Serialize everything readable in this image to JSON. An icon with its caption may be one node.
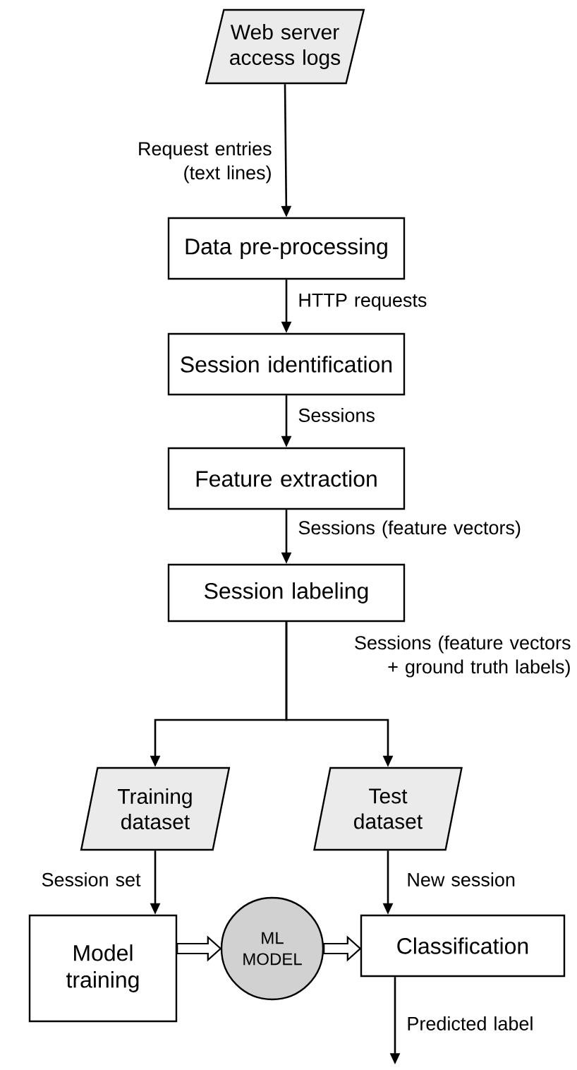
{
  "diagram": {
    "nodes": [
      {
        "text": [
          "Web server access logs"
        ]
      },
      {
        "text": [
          "Data pre-processing"
        ]
      },
      {
        "text": [
          "Session identification"
        ]
      },
      {
        "text": [
          "Feature extraction"
        ]
      },
      {
        "text": [
          "Session labeling"
        ]
      },
      {
        "text": [
          "Training dataset"
        ]
      },
      {
        "text": [
          "Test dataset"
        ]
      },
      {
        "text": [
          "Model training"
        ]
      },
      {
        "text": [
          "ML MODEL"
        ]
      },
      {
        "text": [
          "Classification"
        ]
      }
    ],
    "edges": [
      {
        "from": 0,
        "to": 1,
        "arrow": "to",
        "label": "Request entries (text lines)"
      },
      {
        "from": 1,
        "to": 2,
        "arrow": "to",
        "label": "HTTP requests"
      },
      {
        "from": 2,
        "to": 3,
        "arrow": "to",
        "label": "Sessions"
      },
      {
        "from": 3,
        "to": 4,
        "arrow": "to",
        "label": "Sessions (feature vectors)"
      },
      {
        "from": 4,
        "to": 5,
        "arrow": "to",
        "label": "Sessions (feature vectors + ground truth labels)"
      },
      {
        "from": 4,
        "to": 6,
        "arrow": "to"
      },
      {
        "from": 5,
        "to": 7,
        "arrow": "to",
        "label": "Session set"
      },
      {
        "from": 6,
        "to": 9,
        "arrow": "to",
        "label": "New session"
      },
      {
        "from": 7,
        "to": 8,
        "arrow": "to",
        "style": "thick"
      },
      {
        "from": 8,
        "to": 9,
        "arrow": "to",
        "style": "thick"
      },
      {
        "from": 9,
        "to": null,
        "arrow": "to",
        "label": "Predicted label"
      }
    ]
  }
}
